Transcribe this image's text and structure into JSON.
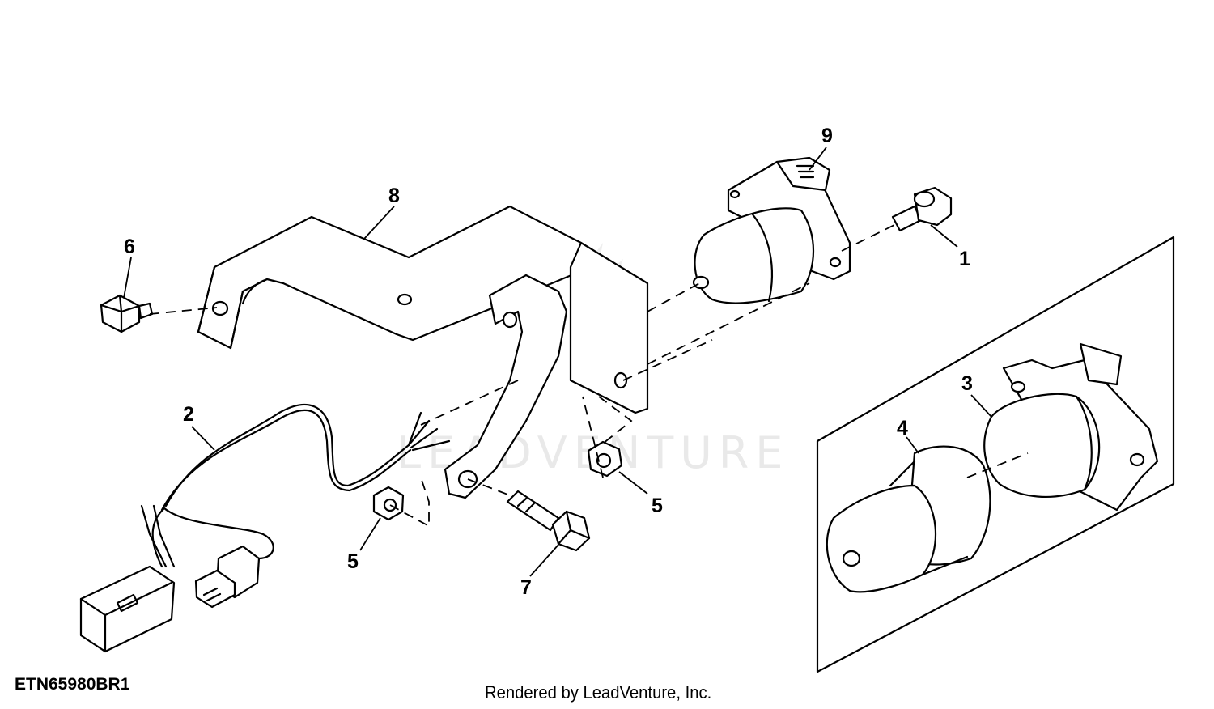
{
  "diagram": {
    "figure_code": "ETN65980BR1",
    "credit": "Rendered by LeadVenture, Inc.",
    "watermark": "LEADVENTURE",
    "callouts": {
      "c1": "1",
      "c2": "2",
      "c3": "3",
      "c4": "4",
      "c5a": "5",
      "c5b": "5",
      "c6": "6",
      "c7": "7",
      "c8": "8",
      "c9": "9"
    }
  }
}
